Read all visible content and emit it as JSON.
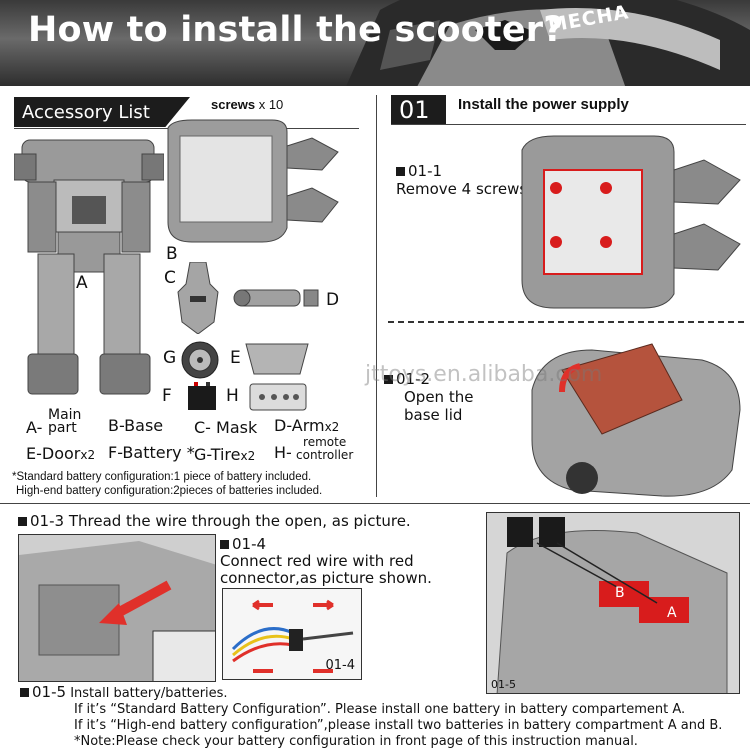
{
  "header": {
    "title": "How to install the scooter?",
    "brand": "MECHA"
  },
  "accessory": {
    "title": "Accessory List",
    "screws_label": "screws",
    "screws_count": "x 10",
    "letters": {
      "a": "A",
      "b": "B",
      "c": "C",
      "d": "D",
      "e": "E",
      "f": "F",
      "g": "G",
      "h": "H"
    },
    "legend": {
      "a_prefix": "A-",
      "a_name_1": "Main",
      "a_name_2": "part",
      "b": "B-Base",
      "c": "C- Mask",
      "d": "D-Arm",
      "d_qty": "x2",
      "e": "E-Door",
      "e_qty": "x2",
      "f": "F-Battery",
      "f_mark": "*",
      "g": "G-Tire",
      "g_qty": "x2",
      "h_prefix": "H-",
      "h_name_1": "remote",
      "h_name_2": "controller"
    },
    "note_standard": "*Standard battery configuration:1 piece of battery included.",
    "note_highend": "High-end battery configuration:2pieces of batteries included."
  },
  "step01": {
    "number": "01",
    "title": "Install the power supply",
    "s1_id": "01-1",
    "s1_text": "Remove 4 screws",
    "s2_id": "01-2",
    "s2_line1": "Open the",
    "s2_line2": "base lid"
  },
  "watermark": "jttoys.en.alibaba.com",
  "bottom": {
    "s3_id": "01-3",
    "s3_text": "Thread the wire through the open, as picture.",
    "s4_id": "01-4",
    "s4_line1": "Connect red wire with red",
    "s4_line2": "connector,as picture shown.",
    "s4_photo_label": "01-4",
    "s5_photo_label": "01-5",
    "battery_a": "A",
    "battery_b": "B",
    "s5_id": "01-5",
    "s5_line1": "Install battery/batteries.",
    "s5_line2": "If it’s “Standard Battery Configuration”. Please install one battery in battery compartement A.",
    "s5_line3": "If it’s “High-end battery configuration”,please install two batteries in battery compartment A and B.",
    "s5_line4": "*Note:Please check your battery configuration in front page of this instruction manual."
  },
  "colors": {
    "header_bg": "#4a4a4a",
    "label_bg": "#1c1c1c",
    "accent_red": "#d81c1c",
    "arrow_red": "#e0302a"
  }
}
